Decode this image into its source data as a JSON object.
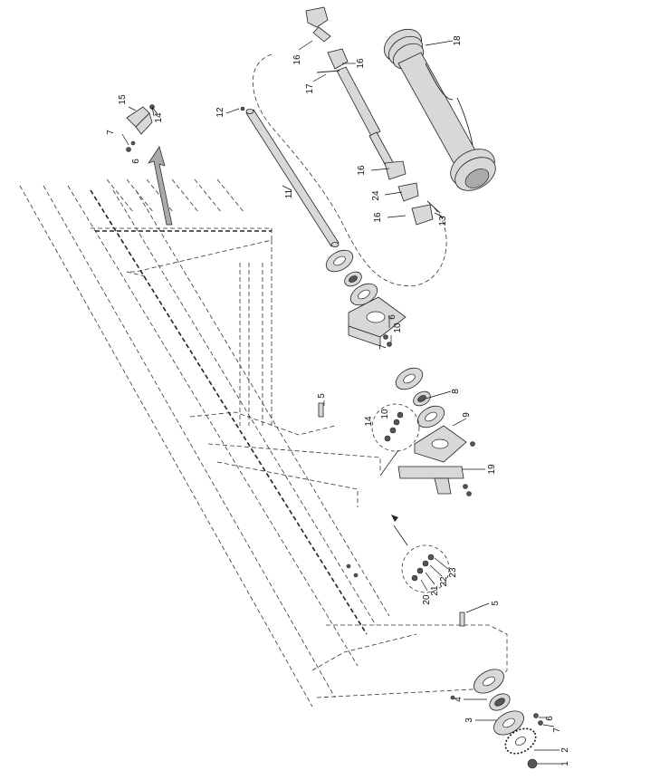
{
  "callouts": [
    "1",
    "2",
    "3",
    "4",
    "5",
    "5",
    "6",
    "6",
    "6",
    "7",
    "7",
    "7",
    "8",
    "9",
    "10",
    "10",
    "11",
    "12",
    "13",
    "14",
    "14",
    "15",
    "16",
    "16",
    "16",
    "16",
    "17",
    "18",
    "19",
    "20",
    "21",
    "22",
    "23",
    "24"
  ]
}
